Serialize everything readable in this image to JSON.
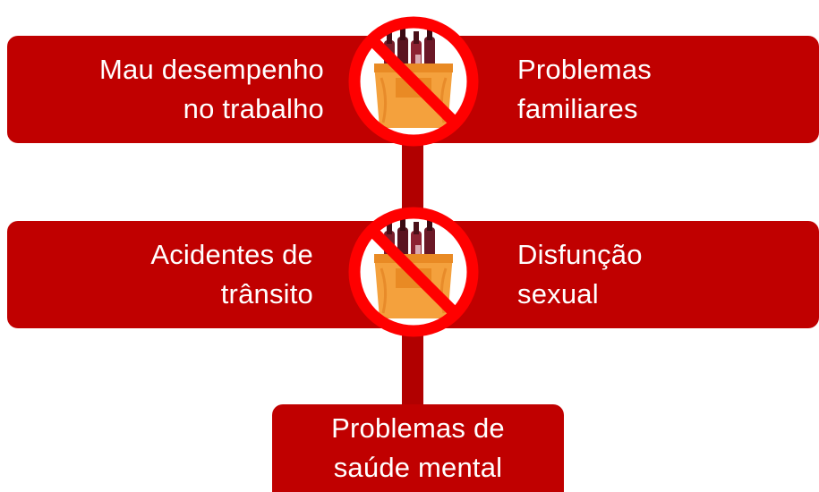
{
  "colors": {
    "bar": "#c00000",
    "connector": "#b10000",
    "sign_red": "#ff0000",
    "crate": "#f4a13d",
    "text": "#ffffff"
  },
  "row1": {
    "left_line1": "Mau desempenho",
    "left_line2": "no trabalho",
    "right_line1": "Problemas",
    "right_line2": "familiares",
    "icon": "no-alcohol-icon"
  },
  "row2": {
    "left_line1": "Acidentes de",
    "left_line2": "trânsito",
    "right_line1": "Disfunção",
    "right_line2": "sexual",
    "icon": "no-alcohol-icon"
  },
  "bottom": {
    "line1": "Problemas de",
    "line2": "saúde mental"
  }
}
